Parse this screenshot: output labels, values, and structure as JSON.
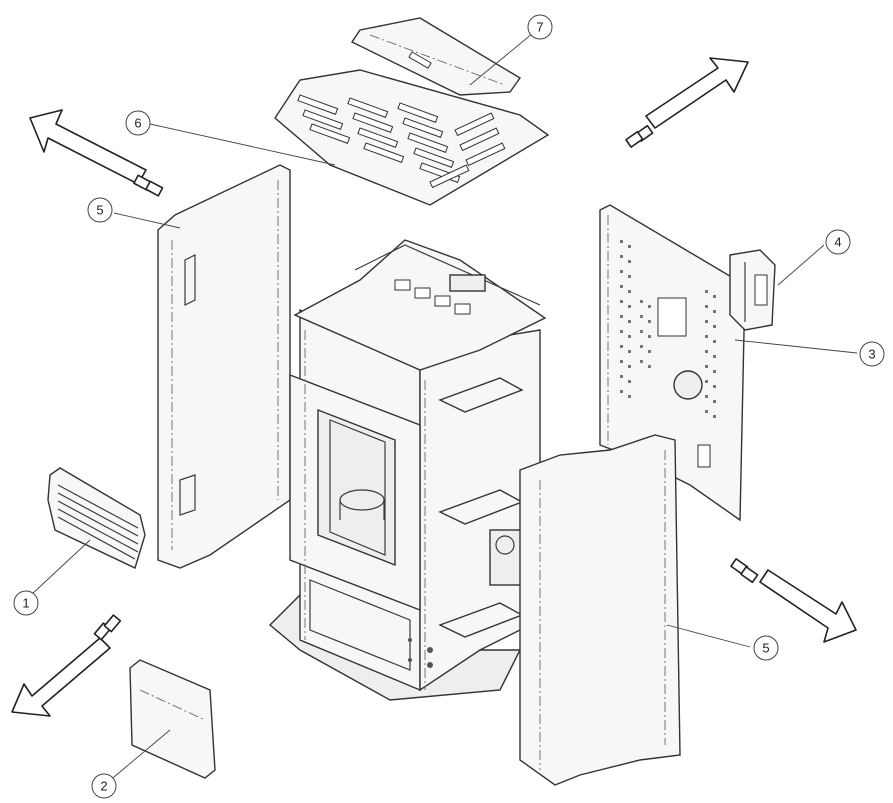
{
  "callouts": {
    "c1": "1",
    "c2": "2",
    "c3": "3",
    "c4": "4",
    "c5a": "5",
    "c5b": "5",
    "c6": "6",
    "c7": "7"
  },
  "arrows": {
    "count": 4,
    "directions": [
      "up-left",
      "up-right",
      "down-left",
      "down-right"
    ]
  }
}
